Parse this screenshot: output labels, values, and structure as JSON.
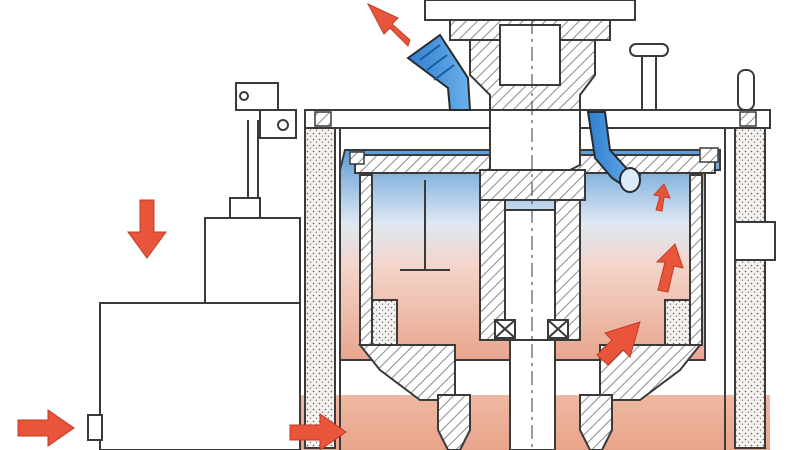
{
  "diagram": {
    "colors": {
      "background": "#ffffff",
      "line": "#3a3a3a",
      "hatch": "#8a8a8a",
      "hot_air": "#eeb6a1",
      "cold_air": "#6ea6d6",
      "arrow_hot": "#e8553a",
      "arrow_cold": "#2f7fd0",
      "insulation_dots": "#5a5a5a"
    },
    "arrows": [
      {
        "name": "inflow-arrow-down",
        "color_key": "arrow_hot"
      },
      {
        "name": "inflow-arrow-left-bottom",
        "color_key": "arrow_hot"
      },
      {
        "name": "inflow-arrow-into-chamber",
        "color_key": "arrow_hot"
      },
      {
        "name": "upflow-arrow-right-1",
        "color_key": "arrow_hot"
      },
      {
        "name": "upflow-arrow-right-2",
        "color_key": "arrow_hot"
      },
      {
        "name": "upflow-arrow-right-3",
        "color_key": "arrow_hot"
      },
      {
        "name": "exhaust-arrow-top",
        "color_key": "arrow_hot"
      }
    ],
    "icons": [
      "fan-drive-motor",
      "drain-valve",
      "vent-knob",
      "side-latch"
    ]
  }
}
